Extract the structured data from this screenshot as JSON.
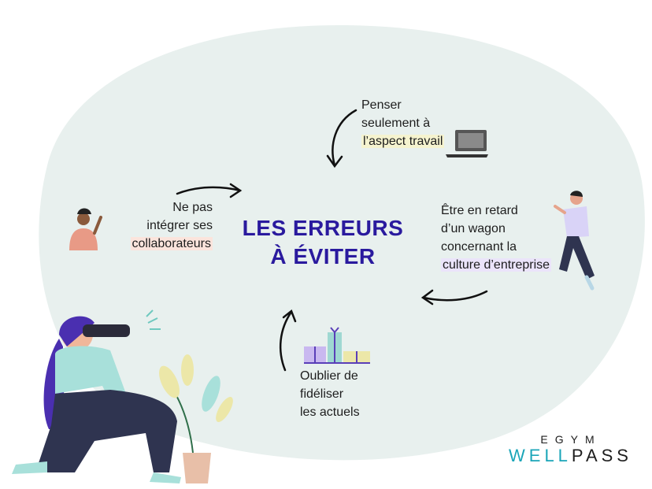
{
  "title": {
    "line1": "LES ERREURS",
    "line2": "À ÉVITER"
  },
  "items": [
    {
      "lines": [
        "Penser",
        "seulement à"
      ],
      "highlight": "l’aspect travail",
      "icon": "laptop-icon"
    },
    {
      "lines": [
        "Ne pas",
        "intégrer ses"
      ],
      "highlight": "collaborateurs",
      "icon": "waving-woman-icon"
    },
    {
      "lines": [
        "Être en retard",
        "d’un wagon",
        "concernant la"
      ],
      "highlight": "culture d’entreprise",
      "icon": "running-man-icon"
    },
    {
      "lines": [
        "Oublier de",
        "fidéliser",
        "les actuels"
      ],
      "icon": "gifts-icon"
    }
  ],
  "logo": {
    "top": "EGYM",
    "well": "WELL",
    "pass": "PASS"
  },
  "colors": {
    "title": "#2a1a9e",
    "blob": "#e8f0ee",
    "teal": "#1aa5b8",
    "highlight_yellow": "#f5f3cf",
    "highlight_pink": "#fbe4dc",
    "highlight_violet": "#ebe4fa"
  }
}
